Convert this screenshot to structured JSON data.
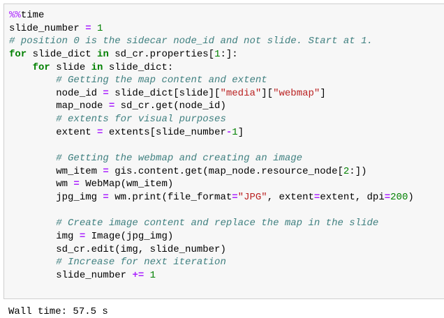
{
  "cell": {
    "lines": [
      [
        [
          "mg",
          "%%"
        ],
        [
          "n",
          "time"
        ]
      ],
      [
        [
          "n",
          "slide_number "
        ],
        [
          "op",
          "="
        ],
        [
          "n",
          " "
        ],
        [
          "num",
          "1"
        ]
      ],
      [
        [
          "cm",
          "# position 0 is the sidecar node_id and not slide. Start at 1."
        ]
      ],
      [
        [
          "kw",
          "for"
        ],
        [
          "n",
          " slide_dict "
        ],
        [
          "kw",
          "in"
        ],
        [
          "n",
          " sd_cr.properties["
        ],
        [
          "num",
          "1"
        ],
        [
          "n",
          ":]:"
        ]
      ],
      [
        [
          "n",
          "    "
        ],
        [
          "kw",
          "for"
        ],
        [
          "n",
          " slide "
        ],
        [
          "kw",
          "in"
        ],
        [
          "n",
          " slide_dict:"
        ]
      ],
      [
        [
          "n",
          "        "
        ],
        [
          "cm",
          "# Getting the map content and extent"
        ]
      ],
      [
        [
          "n",
          "        node_id "
        ],
        [
          "op",
          "="
        ],
        [
          "n",
          " slide_dict[slide]["
        ],
        [
          "str",
          "\"media\""
        ],
        [
          "n",
          "]["
        ],
        [
          "str",
          "\"webmap\""
        ],
        [
          "n",
          "]"
        ]
      ],
      [
        [
          "n",
          "        map_node "
        ],
        [
          "op",
          "="
        ],
        [
          "n",
          " sd_cr.get(node_id)"
        ]
      ],
      [
        [
          "n",
          "        "
        ],
        [
          "cm",
          "# extents for visual purposes"
        ]
      ],
      [
        [
          "n",
          "        extent "
        ],
        [
          "op",
          "="
        ],
        [
          "n",
          " extents[slide_number"
        ],
        [
          "op",
          "-"
        ],
        [
          "num",
          "1"
        ],
        [
          "n",
          "]"
        ]
      ],
      [],
      [
        [
          "n",
          "        "
        ],
        [
          "cm",
          "# Getting the webmap and creating an image"
        ]
      ],
      [
        [
          "n",
          "        wm_item "
        ],
        [
          "op",
          "="
        ],
        [
          "n",
          " gis.content.get(map_node.resource_node["
        ],
        [
          "num",
          "2"
        ],
        [
          "n",
          ":])"
        ]
      ],
      [
        [
          "n",
          "        wm "
        ],
        [
          "op",
          "="
        ],
        [
          "n",
          " WebMap(wm_item)"
        ]
      ],
      [
        [
          "n",
          "        jpg_img "
        ],
        [
          "op",
          "="
        ],
        [
          "n",
          " wm.print(file_format"
        ],
        [
          "op",
          "="
        ],
        [
          "str",
          "\"JPG\""
        ],
        [
          "n",
          ", extent"
        ],
        [
          "op",
          "="
        ],
        [
          "n",
          "extent, dpi"
        ],
        [
          "op",
          "="
        ],
        [
          "num",
          "200"
        ],
        [
          "n",
          ")"
        ]
      ],
      [],
      [
        [
          "n",
          "        "
        ],
        [
          "cm",
          "# Create image content and replace the map in the slide"
        ]
      ],
      [
        [
          "n",
          "        img "
        ],
        [
          "op",
          "="
        ],
        [
          "n",
          " Image(jpg_img)"
        ]
      ],
      [
        [
          "n",
          "        sd_cr.edit(img, slide_number)"
        ]
      ],
      [
        [
          "n",
          "        "
        ],
        [
          "cm",
          "# Increase for next iteration"
        ]
      ],
      [
        [
          "n",
          "        slide_number "
        ],
        [
          "op",
          "+="
        ],
        [
          "n",
          " "
        ],
        [
          "num",
          "1"
        ]
      ]
    ]
  },
  "output": {
    "text": "Wall time: 57.5 s"
  }
}
